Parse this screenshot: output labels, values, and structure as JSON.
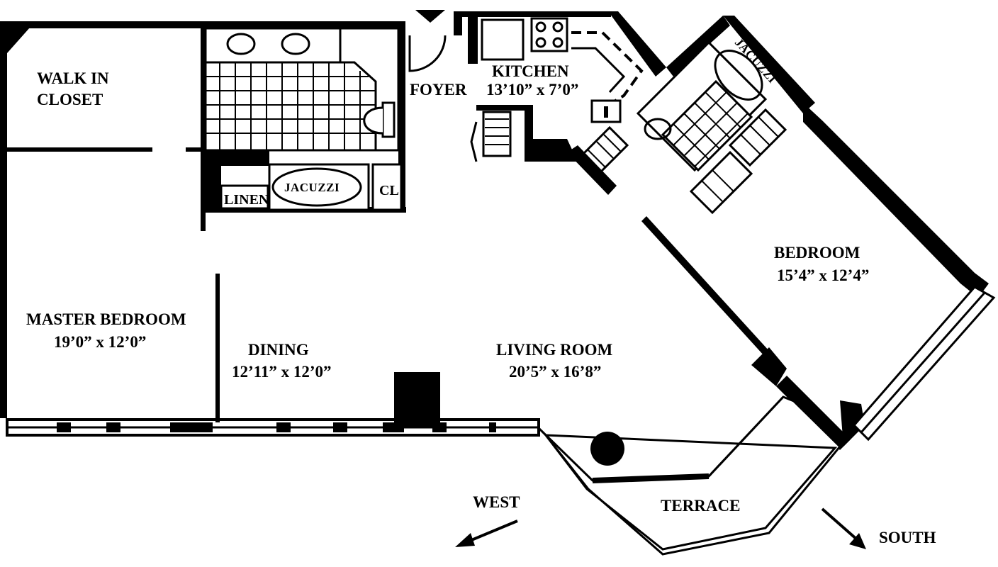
{
  "rooms": {
    "walk_in_closet": {
      "line1": "WALK IN",
      "line2": "CLOSET"
    },
    "master_bedroom": {
      "name": "MASTER BEDROOM",
      "dims": "19’0” x 12’0”"
    },
    "dining": {
      "name": "DINING",
      "dims": "12’11” x 12’0”"
    },
    "living_room": {
      "name": "LIVING ROOM",
      "dims": "20’5” x 16’8”"
    },
    "kitchen": {
      "name": "KITCHEN",
      "dims": "13’10” x 7’0”"
    },
    "foyer": {
      "name": "FOYER"
    },
    "bedroom": {
      "name": "BEDROOM",
      "dims": "15’4” x 12’4”"
    },
    "terrace": {
      "name": "TERRACE"
    },
    "linen": {
      "name": "LINEN"
    },
    "closet_short": {
      "name": "CL"
    }
  },
  "fixtures": {
    "jacuzzi_master": "JACUZZI",
    "jacuzzi_bedroom": "JACUZZI"
  },
  "compass": {
    "west": "WEST",
    "south": "SOUTH"
  },
  "colors": {
    "ink": "#000000",
    "paper": "#ffffff"
  }
}
